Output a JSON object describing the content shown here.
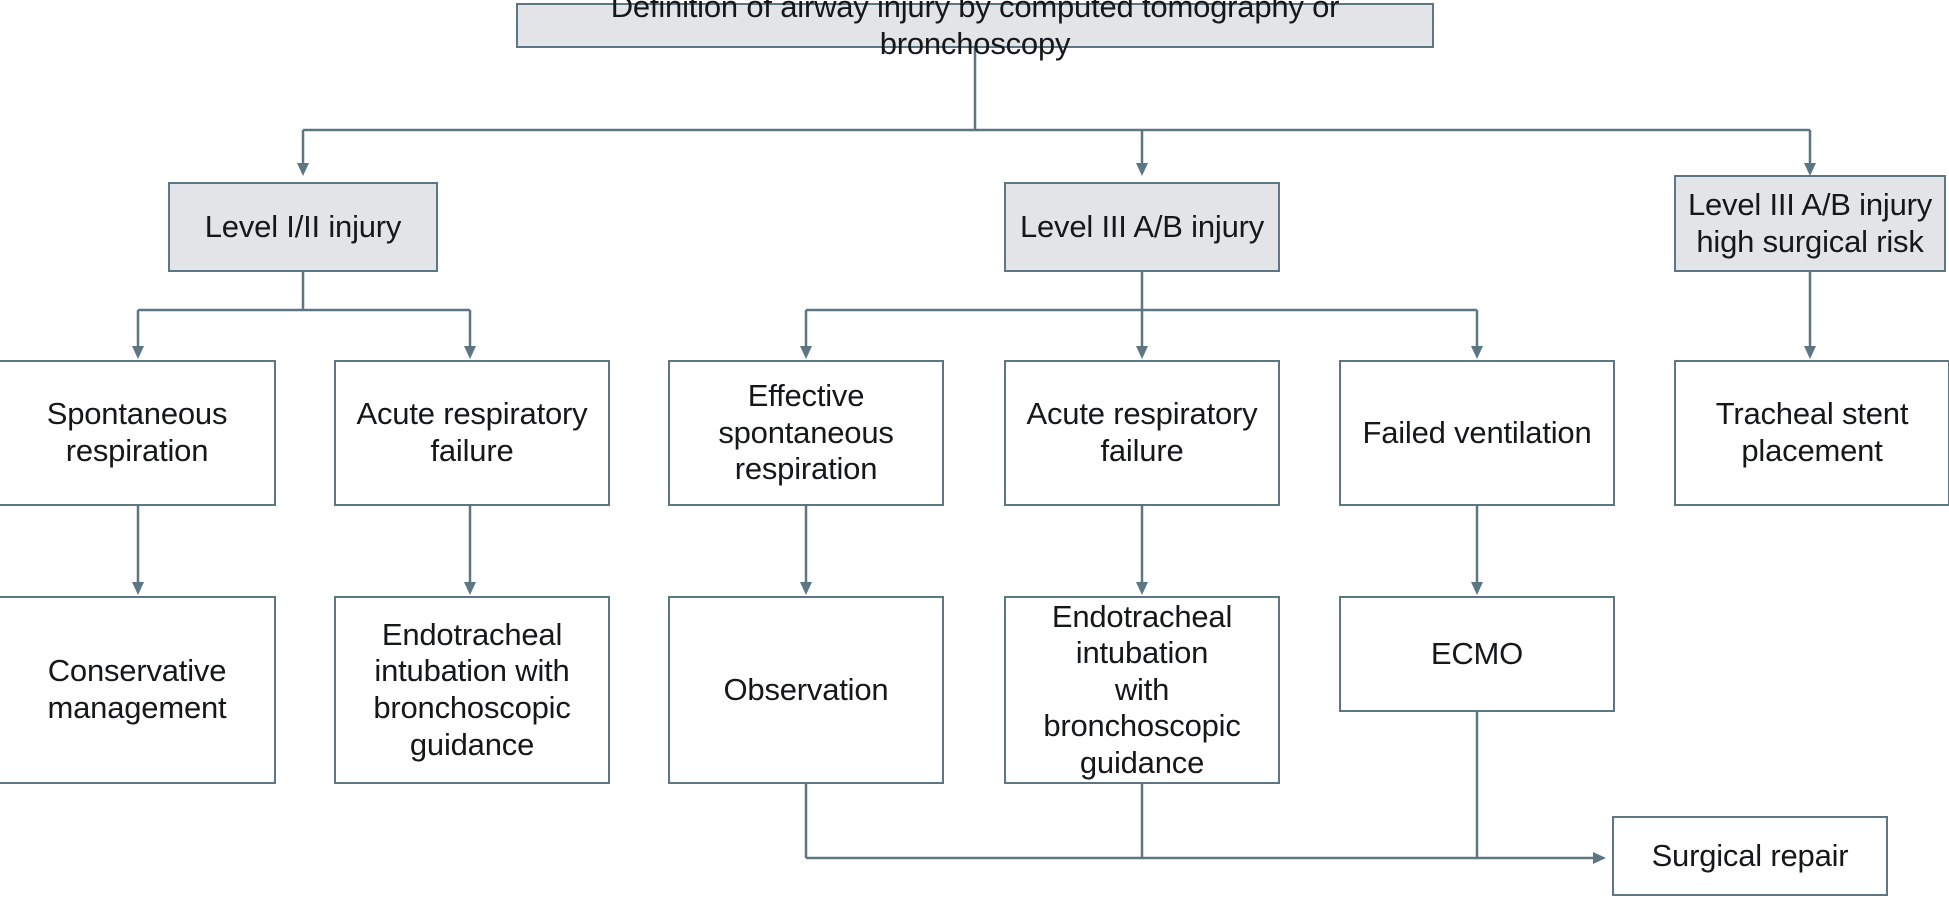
{
  "diagram": {
    "type": "flowchart",
    "title_node": {
      "id": "definition",
      "label": "Definition of airway injury by computed tomography or bronchoscopy",
      "style": "shaded"
    },
    "colors": {
      "line": "#5c7684",
      "box_border": "#5c7684",
      "shaded_fill": "#e3e4e7",
      "plain_fill": "#ffffff",
      "text": "#15181a",
      "background": "#ffffff"
    },
    "levels": [
      {
        "name": "level-2",
        "nodes": [
          {
            "id": "level-1-2",
            "label": "Level I/II injury",
            "style": "shaded"
          },
          {
            "id": "level-3ab",
            "label": "Level III A/B injury",
            "style": "shaded"
          },
          {
            "id": "level-3ab-high-risk",
            "label": "Level III A/B injury\nhigh surgical risk",
            "style": "shaded"
          }
        ]
      },
      {
        "name": "level-3",
        "nodes": [
          {
            "id": "spontaneous-respiration",
            "label": "Spontaneous\nrespiration",
            "style": "plain"
          },
          {
            "id": "acute-respiratory-failure-1",
            "label": "Acute respiratory\nfailure",
            "style": "plain"
          },
          {
            "id": "effective-spontaneous-respiration",
            "label": "Effective\nspontaneous\nrespiration",
            "style": "plain"
          },
          {
            "id": "acute-respiratory-failure-2",
            "label": "Acute respiratory\nfailure",
            "style": "plain"
          },
          {
            "id": "failed-ventilation",
            "label": "Failed ventilation",
            "style": "plain"
          },
          {
            "id": "tracheal-stent-placement",
            "label": "Tracheal stent\nplacement",
            "style": "plain"
          }
        ]
      },
      {
        "name": "level-4",
        "nodes": [
          {
            "id": "conservative-management",
            "label": "Conservative\nmanagement",
            "style": "plain"
          },
          {
            "id": "endotracheal-intubation-1",
            "label": "Endotracheal\nintubation with\nbronchoscopic\nguidance",
            "style": "plain"
          },
          {
            "id": "observation",
            "label": "Observation",
            "style": "plain"
          },
          {
            "id": "endotracheal-intubation-2",
            "label": "Endotracheal\nintubation\nwith bronchoscopic\nguidance",
            "style": "plain"
          },
          {
            "id": "ecmo",
            "label": "ECMO",
            "style": "plain"
          }
        ]
      },
      {
        "name": "level-5",
        "nodes": [
          {
            "id": "surgical-repair",
            "label": "Surgical repair",
            "style": "plain"
          }
        ]
      }
    ],
    "edges": [
      {
        "from": "definition",
        "to": "level-1-2"
      },
      {
        "from": "definition",
        "to": "level-3ab"
      },
      {
        "from": "definition",
        "to": "level-3ab-high-risk"
      },
      {
        "from": "level-1-2",
        "to": "spontaneous-respiration"
      },
      {
        "from": "level-1-2",
        "to": "acute-respiratory-failure-1"
      },
      {
        "from": "level-3ab",
        "to": "effective-spontaneous-respiration"
      },
      {
        "from": "level-3ab",
        "to": "acute-respiratory-failure-2"
      },
      {
        "from": "level-3ab",
        "to": "failed-ventilation"
      },
      {
        "from": "level-3ab-high-risk",
        "to": "tracheal-stent-placement"
      },
      {
        "from": "spontaneous-respiration",
        "to": "conservative-management"
      },
      {
        "from": "acute-respiratory-failure-1",
        "to": "endotracheal-intubation-1"
      },
      {
        "from": "effective-spontaneous-respiration",
        "to": "observation"
      },
      {
        "from": "acute-respiratory-failure-2",
        "to": "endotracheal-intubation-2"
      },
      {
        "from": "failed-ventilation",
        "to": "ecmo"
      },
      {
        "from": "observation",
        "to": "surgical-repair"
      },
      {
        "from": "endotracheal-intubation-2",
        "to": "surgical-repair"
      },
      {
        "from": "ecmo",
        "to": "surgical-repair"
      }
    ]
  }
}
